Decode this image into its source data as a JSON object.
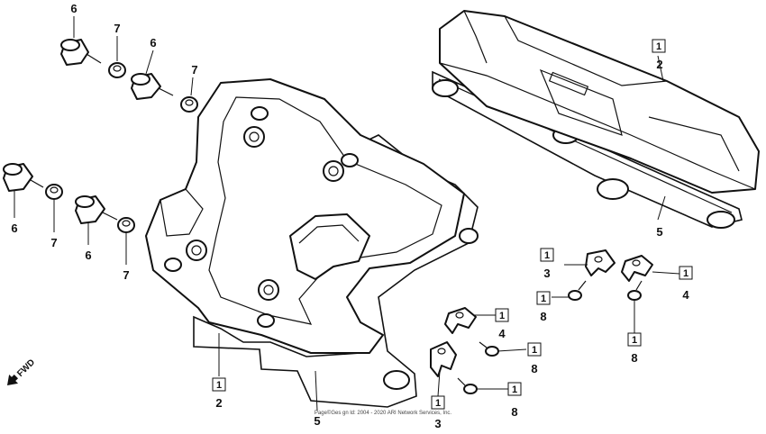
{
  "callouts": {
    "bolt_a": "6",
    "bolt_b": "6",
    "bolt_c": "6",
    "bolt_d": "6",
    "washer_a": "7",
    "washer_b": "7",
    "washer_c": "7",
    "washer_d": "7",
    "front_cover_box": "1",
    "front_cover": "2",
    "front_gasket": "5",
    "rear_cover_box": "1",
    "rear_cover": "2",
    "rear_gasket": "5",
    "clamp_upper_left_box": "1",
    "clamp_upper_left": "3",
    "clamp_upper_right_box": "1",
    "clamp_upper_right": "4",
    "screw_upper_left_box": "1",
    "screw_upper_left": "8",
    "screw_upper_right_box": "1",
    "screw_upper_right": "8",
    "clamp_mid_box": "1",
    "clamp_mid": "4",
    "screw_mid_box": "1",
    "screw_mid": "8",
    "clamp_lower_box": "1",
    "clamp_lower": "3",
    "screw_lower_box": "1",
    "screw_lower": "8"
  },
  "fwd_label": "FWD",
  "copyright": "Page©Ges gn ld: 2004 - 2020 ARI Network Services, Inc."
}
